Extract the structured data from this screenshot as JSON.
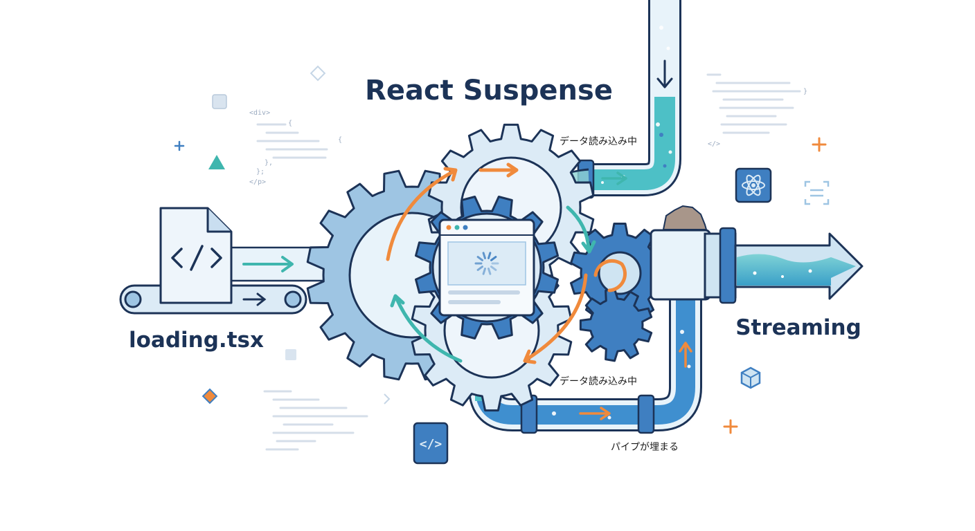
{
  "title": "React Suspense",
  "file_label": "loading.tsx",
  "output_label": "Streaming",
  "status_top": "データ読み込み中",
  "status_bottom": "データ読み込み中",
  "status_pipe": "パイプが埋まる",
  "code_snippet": {
    "open": "<div>",
    "brace_open": "{",
    "brace_inner": "{",
    "brace_close": "},",
    "paren_close": "};",
    "para_close": "</p>",
    "right_close": "}",
    "right_tag": "</>"
  },
  "colors": {
    "navy": "#1c3357",
    "gear_light": "#dcebf6",
    "gear_mid": "#9ec5e3",
    "gear_dark": "#3f7fc1",
    "stroke": "#1c3357",
    "orange": "#f08a3c",
    "teal": "#3fb6ae",
    "water": "#4dc0c6"
  },
  "icons": [
    "code-file-icon",
    "react-atom-icon",
    "scan-icon",
    "code-tag-icon",
    "hexagon-icon",
    "triangle-icon",
    "diamond-icon",
    "plus-icon",
    "loading-spinner-icon"
  ]
}
